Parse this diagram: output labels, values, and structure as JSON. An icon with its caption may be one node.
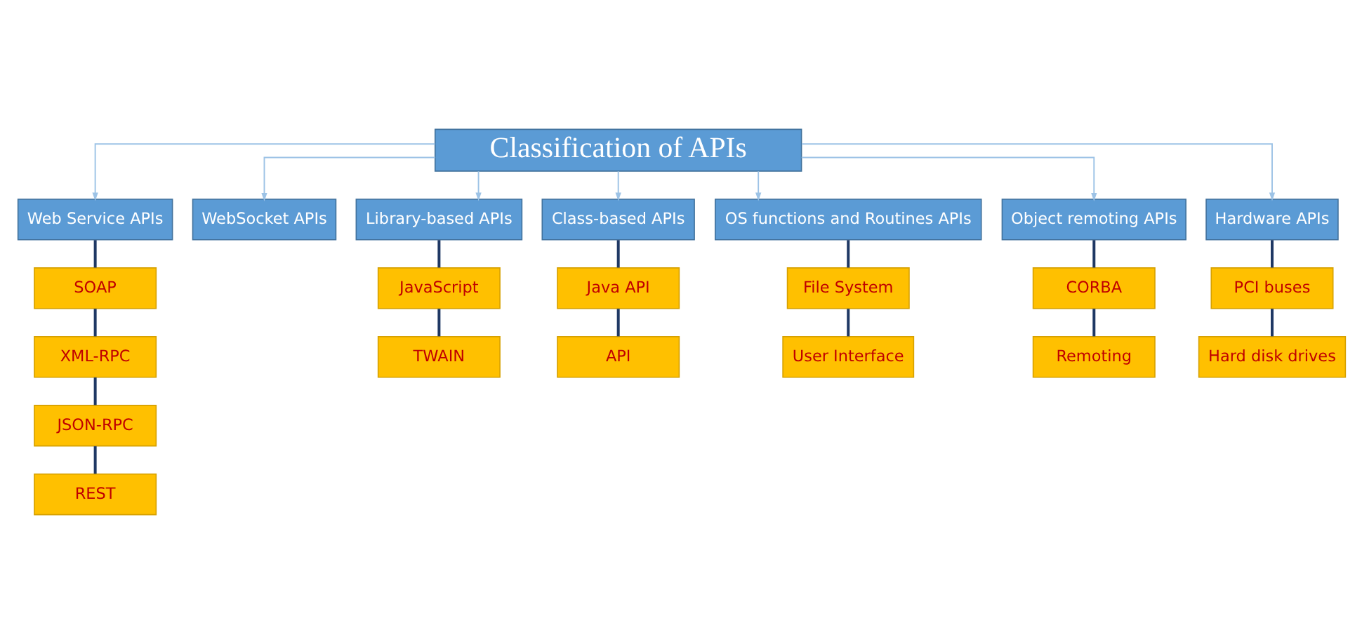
{
  "diagram": {
    "nodes": [
      {
        "text": [
          "Classification of APIs"
        ]
      },
      {
        "text": [
          "Web Service APIs"
        ]
      },
      {
        "text": [
          "WebSocket APIs"
        ]
      },
      {
        "text": [
          "Library-based APIs"
        ]
      },
      {
        "text": [
          "Class-based APIs"
        ]
      },
      {
        "text": [
          "OS functions and Routines APIs"
        ]
      },
      {
        "text": [
          "Object remoting APIs"
        ]
      },
      {
        "text": [
          "Hardware APIs"
        ]
      },
      {
        "text": [
          "SOAP"
        ]
      },
      {
        "text": [
          "XML-RPC"
        ]
      },
      {
        "text": [
          "JSON-RPC"
        ]
      },
      {
        "text": [
          "REST"
        ]
      },
      {
        "text": [
          "JavaScript"
        ]
      },
      {
        "text": [
          "TWAIN"
        ]
      },
      {
        "text": [
          "Java API"
        ]
      },
      {
        "text": [
          "API"
        ]
      },
      {
        "text": [
          "File System"
        ]
      },
      {
        "text": [
          "User Interface"
        ]
      },
      {
        "text": [
          "CORBA"
        ]
      },
      {
        "text": [
          "Remoting"
        ]
      },
      {
        "text": [
          "PCI buses"
        ]
      },
      {
        "text": [
          "Hard disk drives"
        ]
      }
    ],
    "edges": [
      {
        "from": 0,
        "to": 1,
        "arrow": "to",
        "color": "#9dc3e6"
      },
      {
        "from": 0,
        "to": 2,
        "arrow": "to",
        "color": "#9dc3e6"
      },
      {
        "from": 0,
        "to": 3,
        "arrow": "to",
        "color": "#9dc3e6"
      },
      {
        "from": 0,
        "to": 4,
        "arrow": "to",
        "color": "#9dc3e6"
      },
      {
        "from": 0,
        "to": 5,
        "arrow": "to",
        "color": "#9dc3e6"
      },
      {
        "from": 0,
        "to": 6,
        "arrow": "to",
        "color": "#9dc3e6"
      },
      {
        "from": 0,
        "to": 7,
        "arrow": "to",
        "color": "#9dc3e6"
      },
      {
        "from": 1,
        "to": 8,
        "arrow": "none"
      },
      {
        "from": 8,
        "to": 9,
        "arrow": "none"
      },
      {
        "from": 9,
        "to": 10,
        "arrow": "none"
      },
      {
        "from": 10,
        "to": 11,
        "arrow": "none"
      },
      {
        "from": 3,
        "to": 12,
        "arrow": "none"
      },
      {
        "from": 12,
        "to": 13,
        "arrow": "none"
      },
      {
        "from": 4,
        "to": 14,
        "arrow": "none"
      },
      {
        "from": 14,
        "to": 15,
        "arrow": "none"
      },
      {
        "from": 5,
        "to": 16,
        "arrow": "none"
      },
      {
        "from": 16,
        "to": 17,
        "arrow": "none"
      },
      {
        "from": 6,
        "to": 18,
        "arrow": "none"
      },
      {
        "from": 18,
        "to": 19,
        "arrow": "none"
      },
      {
        "from": 7,
        "to": 20,
        "arrow": "none"
      },
      {
        "from": 20,
        "to": 21,
        "arrow": "none"
      }
    ]
  }
}
